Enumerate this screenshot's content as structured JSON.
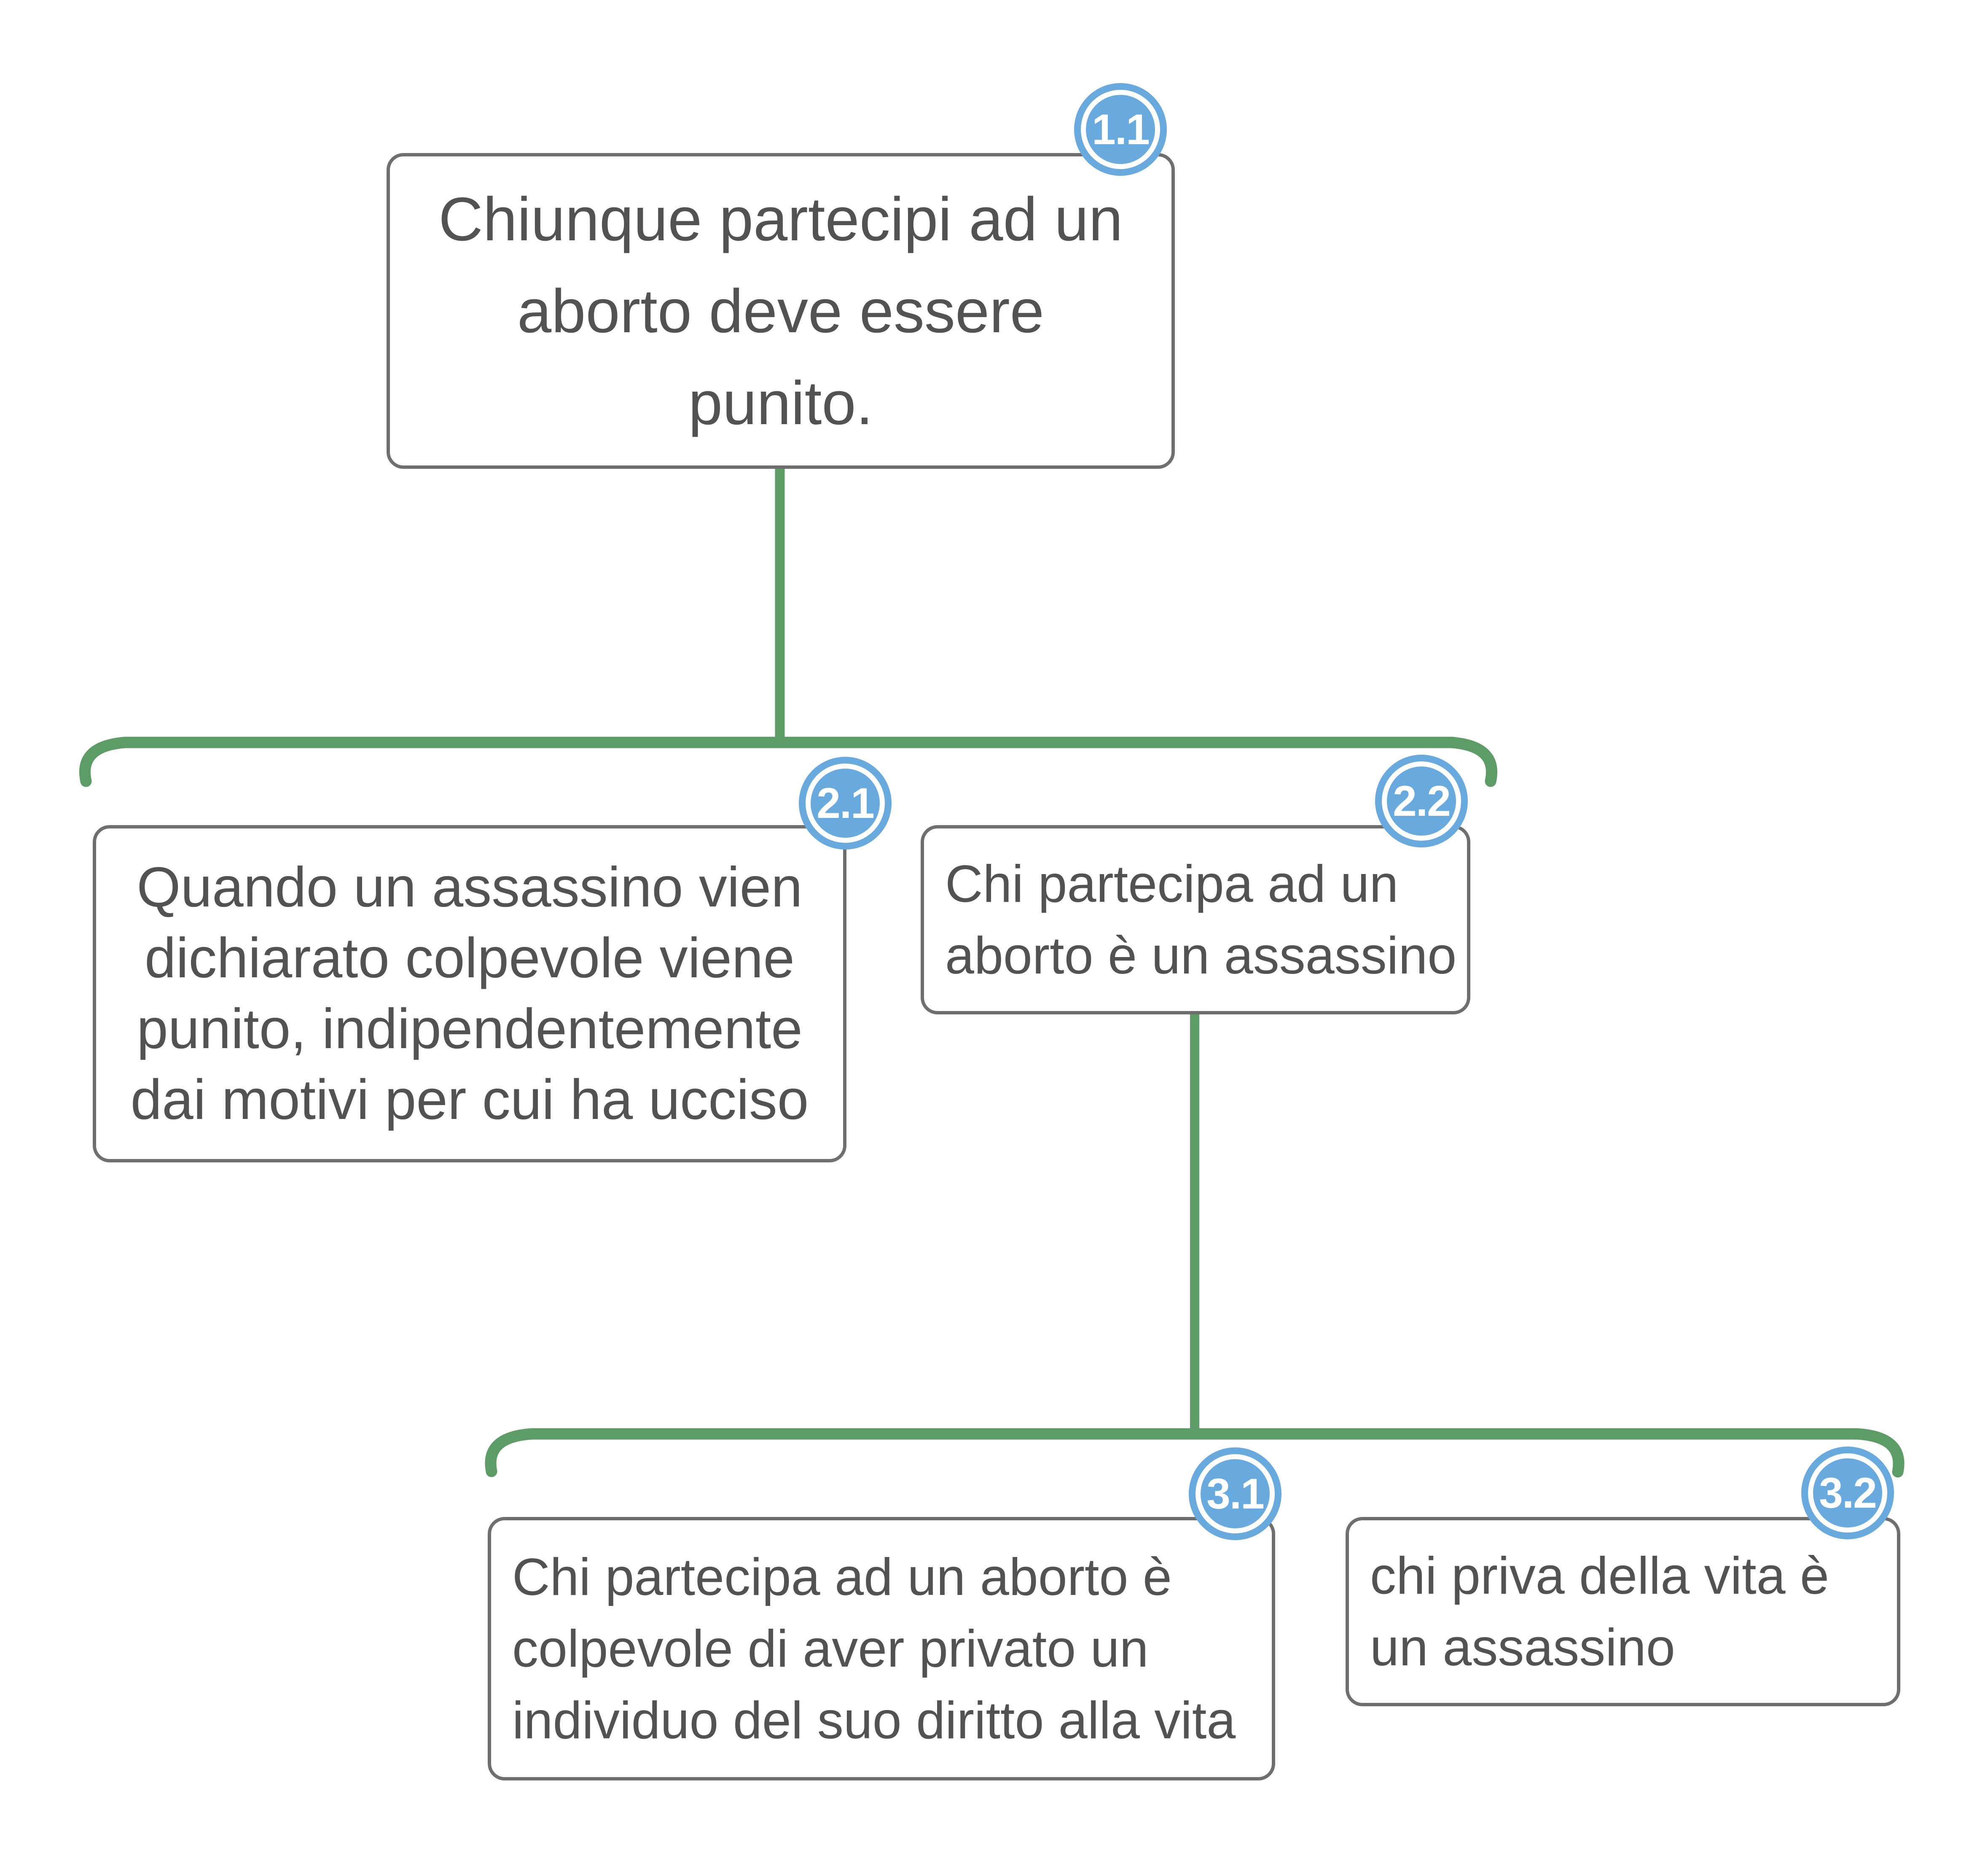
{
  "diagram": {
    "type": "argument-map",
    "colors": {
      "connector_green": "#5e9c67",
      "badge_blue": "#68a9de",
      "box_border_gray": "#6f6f6f",
      "text_gray": "#525252",
      "background": "#ffffff"
    },
    "nodes": [
      {
        "badge": "1.1",
        "text": "Chiunque partecipi ad un\naborto deve essere\npunito."
      },
      {
        "badge": "2.1",
        "text": "Quando un assassino vien\ndichiarato colpevole viene\npunito, indipendentemente\ndai motivi per cui ha ucciso"
      },
      {
        "badge": "2.2",
        "text": "Chi partecipa ad un\naborto è un assassino"
      },
      {
        "badge": "3.1",
        "text": "Chi partecipa ad un aborto è\ncolpevole di aver privato un\nindividuo del suo diritto alla vita"
      },
      {
        "badge": "3.2",
        "text": "chi priva della vita è\nun assassino"
      }
    ],
    "edges": [
      {
        "from": "1.1",
        "to": [
          "2.1",
          "2.2"
        ]
      },
      {
        "from": "2.2",
        "to": [
          "3.1",
          "3.2"
        ]
      }
    ]
  }
}
